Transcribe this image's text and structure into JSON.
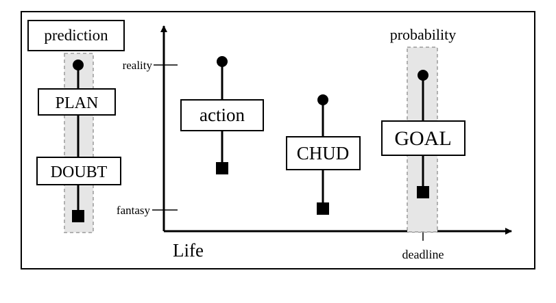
{
  "colors": {
    "line": "#000000",
    "background": "#ffffff",
    "band_fill": "#e6e6e6",
    "band_stroke": "#9a9a9a"
  },
  "left_panel": {
    "prediction_label": "prediction",
    "plan_label": "PLAN",
    "doubt_label": "DOUBT"
  },
  "axes": {
    "x_label": "Life",
    "y_top_tick": "reality",
    "y_bottom_tick": "fantasy",
    "x_tick": "deadline"
  },
  "band_label": "probability",
  "items": [
    {
      "label": "action"
    },
    {
      "label": "CHUD"
    },
    {
      "label": "GOAL"
    }
  ]
}
